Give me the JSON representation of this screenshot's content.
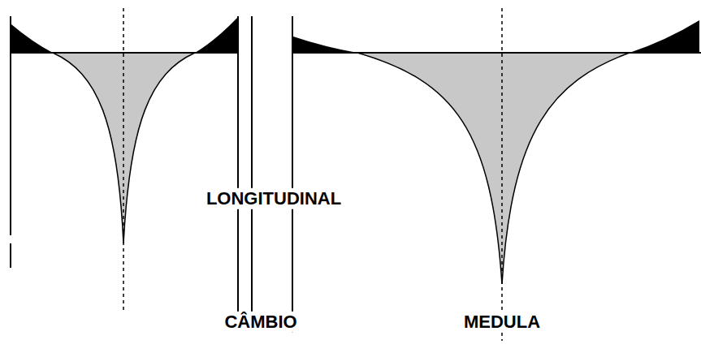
{
  "diagram": {
    "labels": [
      "LONGITUDINAL",
      "CÂMBIO",
      "MEDULA"
    ]
  }
}
